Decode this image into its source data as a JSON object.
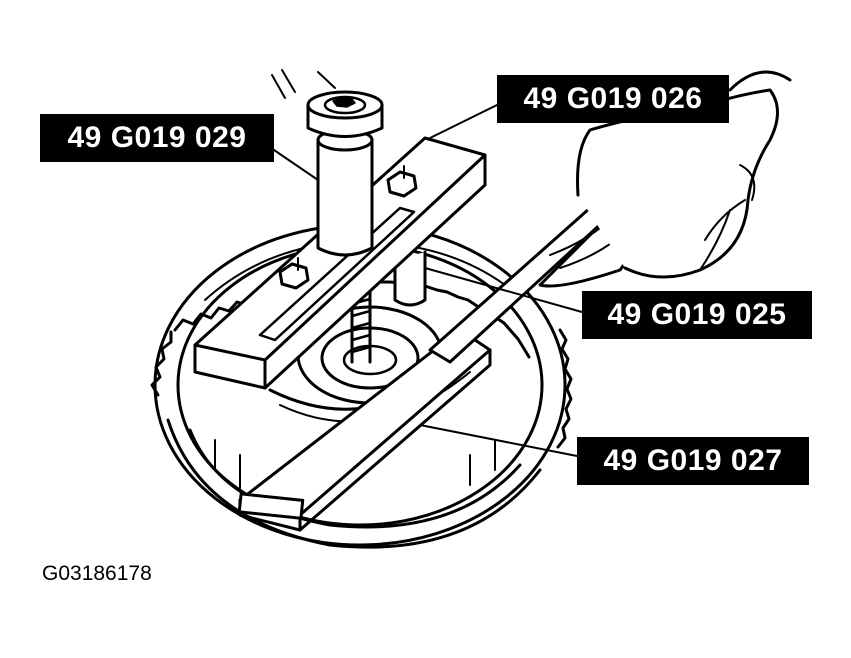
{
  "figure": {
    "id": "G03186178"
  },
  "callouts": {
    "tool_029": "49 G019 029",
    "tool_026": "49 G019 026",
    "tool_025": "49 G019 025",
    "tool_027": "49 G019 027"
  },
  "colors": {
    "ink": "#000000",
    "paper": "#ffffff"
  }
}
